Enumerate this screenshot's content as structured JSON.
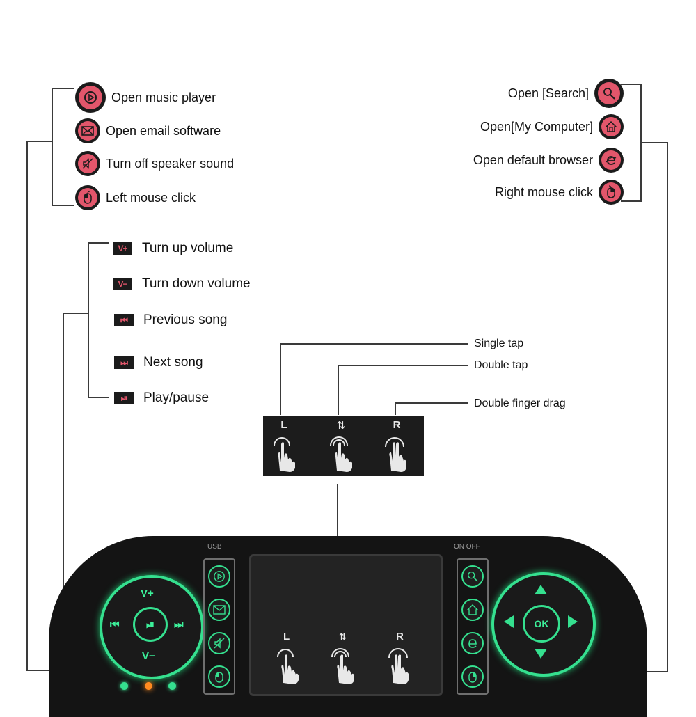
{
  "left_functions": [
    {
      "label": "Open music player",
      "icon": "music-player-icon"
    },
    {
      "label": "Open email software",
      "icon": "email-icon"
    },
    {
      "label": "Turn off speaker sound",
      "icon": "speaker-mute-icon"
    },
    {
      "label": "Left mouse click",
      "icon": "left-mouse-click-icon"
    }
  ],
  "right_functions": [
    {
      "label": "Open [Search]",
      "icon": "search-icon"
    },
    {
      "label": "Open[My Computer]",
      "icon": "home-icon"
    },
    {
      "label": "Open default browser",
      "icon": "browser-icon"
    },
    {
      "label": "Right mouse click",
      "icon": "right-mouse-click-icon"
    }
  ],
  "media_keys": [
    {
      "key": "V+",
      "label": "Turn up volume"
    },
    {
      "key": "V−",
      "label": "Turn down volume"
    },
    {
      "key": "⏮",
      "label": "Previous song"
    },
    {
      "key": "⏭",
      "label": "Next song"
    },
    {
      "key": "⏯",
      "label": "Play/pause"
    }
  ],
  "touch_gestures": [
    {
      "label": "Single tap",
      "glyph": "L"
    },
    {
      "label": "Double tap",
      "glyph": "⇅"
    },
    {
      "label": "Double finger drag",
      "glyph": "R"
    }
  ],
  "device": {
    "usb_label": "USB",
    "power_label": "ON   OFF",
    "left_dial": {
      "top": "V+",
      "bottom": "V−",
      "left": "⏮",
      "right": "⏭",
      "center": "⏯"
    },
    "right_dial": {
      "center": "OK"
    }
  },
  "colors": {
    "accent_red": "#e2566b",
    "led_green": "#35e08f",
    "body": "#141414"
  }
}
